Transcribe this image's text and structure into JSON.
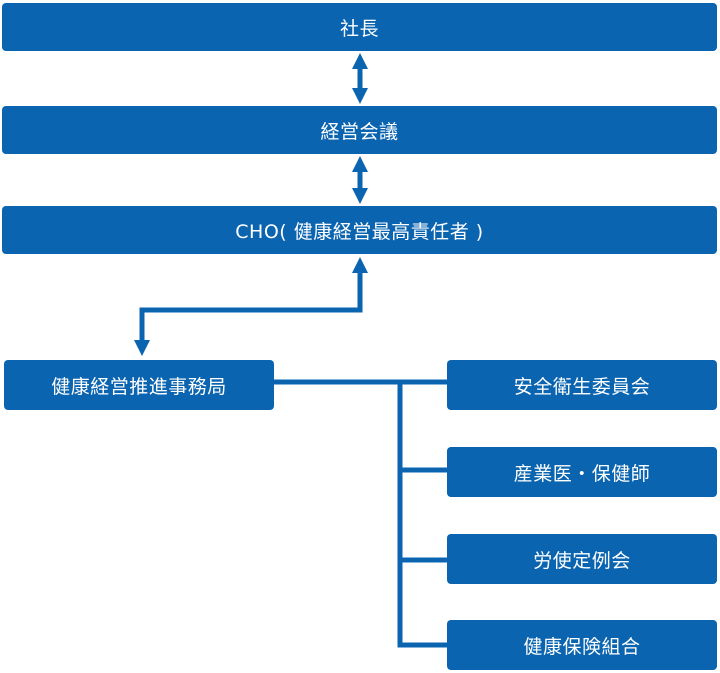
{
  "colors": {
    "box": "#0a64b0",
    "connector": "#0a64b0",
    "text": "#ffffff"
  },
  "nodes": {
    "president": "社長",
    "management_meeting": "経営会議",
    "cho": "CHO( 健康経営最高責任者 )",
    "office": "健康経営推進事務局",
    "safety_committee": "安全衛生委員会",
    "industrial_doctor": "産業医・保健師",
    "labor_council": "労使定例会",
    "health_insurance": "健康保険組合"
  }
}
